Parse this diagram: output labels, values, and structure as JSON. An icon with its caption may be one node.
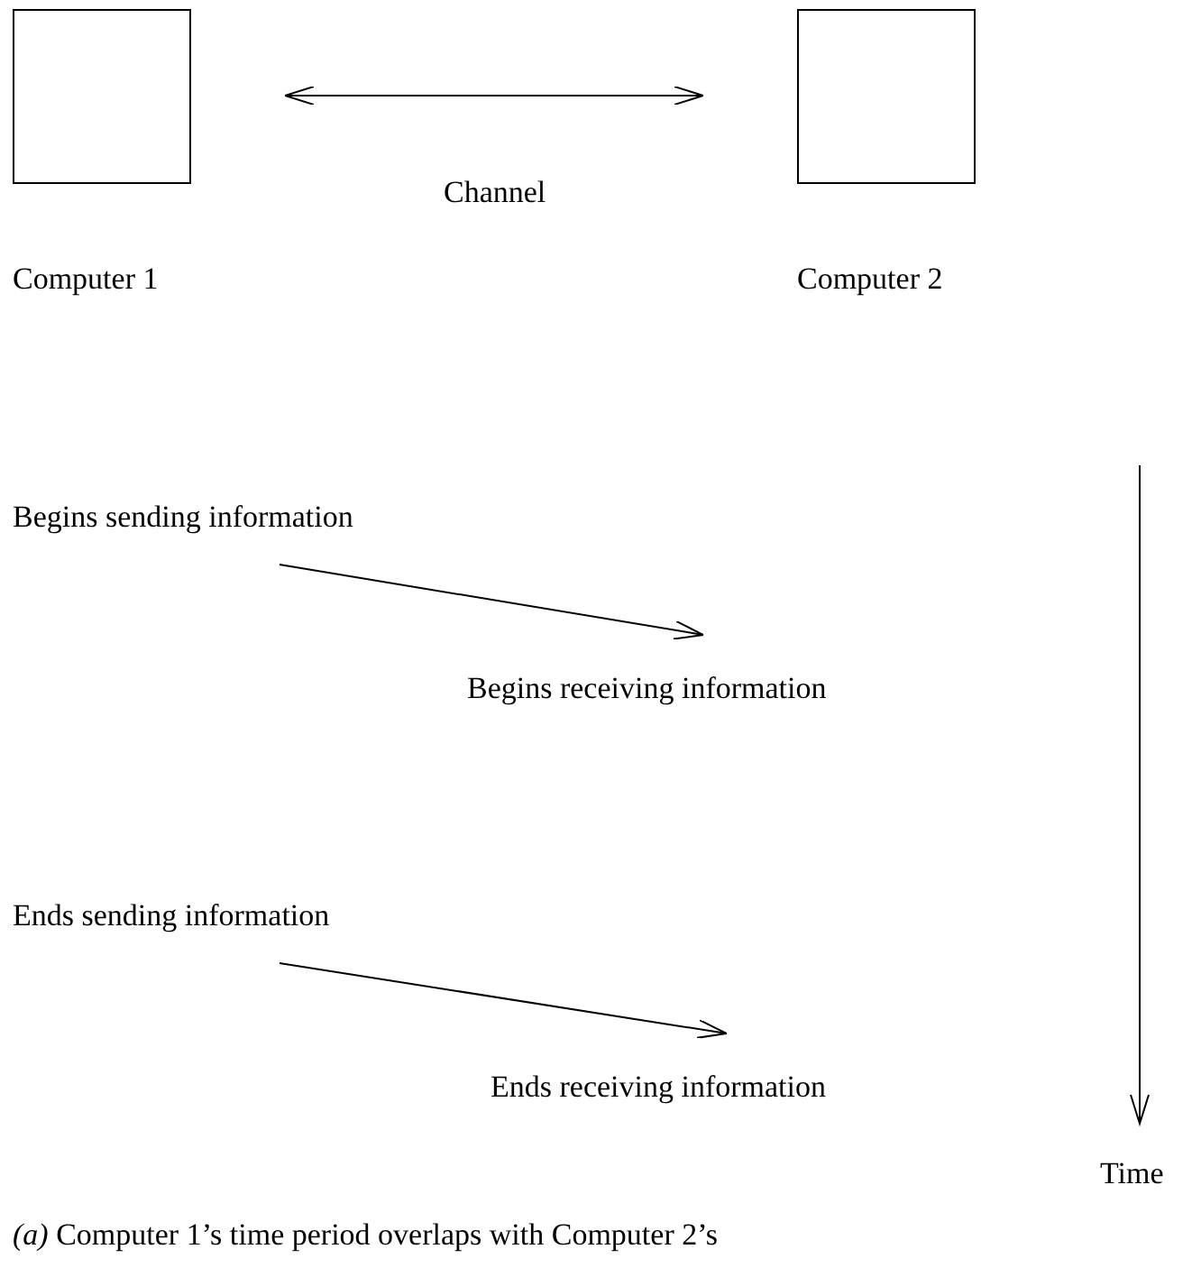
{
  "diagram": {
    "caption": "*(a)* Computer 1’s time period overlaps with Computer 2’s",
    "nodes": [
      {
        "text": [],
        "shape": "box",
        "beside": [
          "Computer 1"
        ]
      },
      {
        "text": [],
        "shape": "box",
        "beside": [
          "Computer 2"
        ]
      },
      {
        "text": [
          "Begins sending information"
        ]
      },
      {
        "text": [
          "Begins receiving information"
        ]
      },
      {
        "text": [
          "Ends sending information"
        ]
      },
      {
        "text": [
          "Ends receiving information"
        ]
      }
    ],
    "edges": [
      {
        "from": 0,
        "to": 1,
        "arrow": "both",
        "label": "Channel"
      },
      {
        "from": 2,
        "to": 3,
        "arrow": "to"
      },
      {
        "from": 4,
        "to": 5,
        "arrow": "to"
      }
    ],
    "labels": [
      "Time"
    ]
  }
}
